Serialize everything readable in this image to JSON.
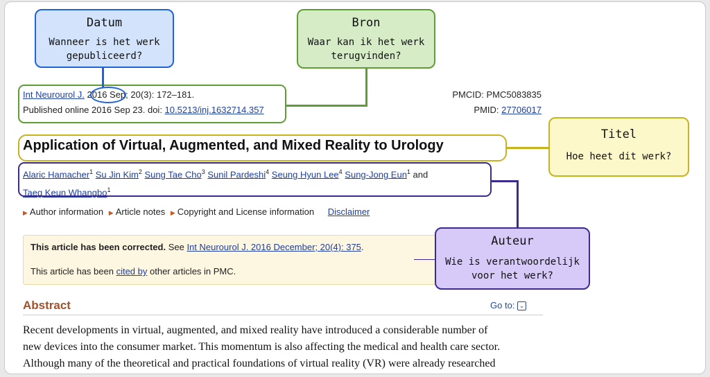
{
  "citation": {
    "journal_link": "Int Neurourol J.",
    "year": "2016",
    "rest": " Sep; 20(3): 172–181.",
    "published_prefix": "Published online 2016 Sep 23. doi: ",
    "doi": "10.5213/inj.1632714.357",
    "pmcid": "PMCID: PMC5083835",
    "pmid_label": "PMID: ",
    "pmid": "27706017"
  },
  "article_title": "Application of Virtual, Augmented, and Mixed Reality to Urology",
  "authors": [
    {
      "name": "Alaric Hamacher",
      "sup": "1",
      "sep": " "
    },
    {
      "name": "Su Jin Kim",
      "sup": "2",
      "sep": " "
    },
    {
      "name": "Sung Tae Cho",
      "sup": "3",
      "sep": " "
    },
    {
      "name": "Sunil Pardeshi",
      "sup": "4",
      "sep": " "
    },
    {
      "name": "Seung Hyun Lee",
      "sup": "4",
      "sep": " "
    },
    {
      "name": "Sung-Jong Eun",
      "sup": "1",
      "sep": " and "
    },
    {
      "name": "Taeg Keun Whangbo",
      "sup": "1",
      "sep": ""
    }
  ],
  "info_links": {
    "author_info": "Author information",
    "article_notes": "Article notes",
    "copyright": "Copyright and License information",
    "disclaimer": "Disclaimer"
  },
  "correction": {
    "bold": "This article has been corrected.",
    "see": " See ",
    "link": "Int Neurourol J. 2016 December; 20(4): 375",
    "end": ".",
    "cited_prefix": "This article has been ",
    "cited_link": "cited by",
    "cited_suffix": " other articles in PMC."
  },
  "abstract": {
    "heading": "Abstract",
    "goto": "Go to:",
    "lines": [
      "Recent developments in virtual, augmented, and mixed reality have introduced a considerable number of",
      "new devices into the consumer market. This momentum is also affecting the medical and health care sector.",
      "Although many of the theoretical and practical foundations of virtual reality (VR) were already researched"
    ]
  },
  "callouts": {
    "datum": {
      "title": "Datum",
      "question": [
        "Wanneer is het werk",
        "gepubliceerd?"
      ],
      "color": "#1f63d6",
      "fill": "#d2e3fb"
    },
    "bron": {
      "title": "Bron",
      "question": [
        "Waar kan ik het werk",
        "terugvinden?"
      ],
      "color": "#5e9c35",
      "fill": "#d5ecc7"
    },
    "titel": {
      "title": "Titel",
      "question": [
        "Hoe heet dit werk?"
      ],
      "color": "#c7b31c",
      "fill": "#fdf8c9"
    },
    "auteur": {
      "title": "Auteur",
      "question": [
        "Wie is verantwoordelijk",
        "voor het werk?"
      ],
      "color": "#3c2a8f",
      "fill": "#d7c9f8"
    }
  }
}
